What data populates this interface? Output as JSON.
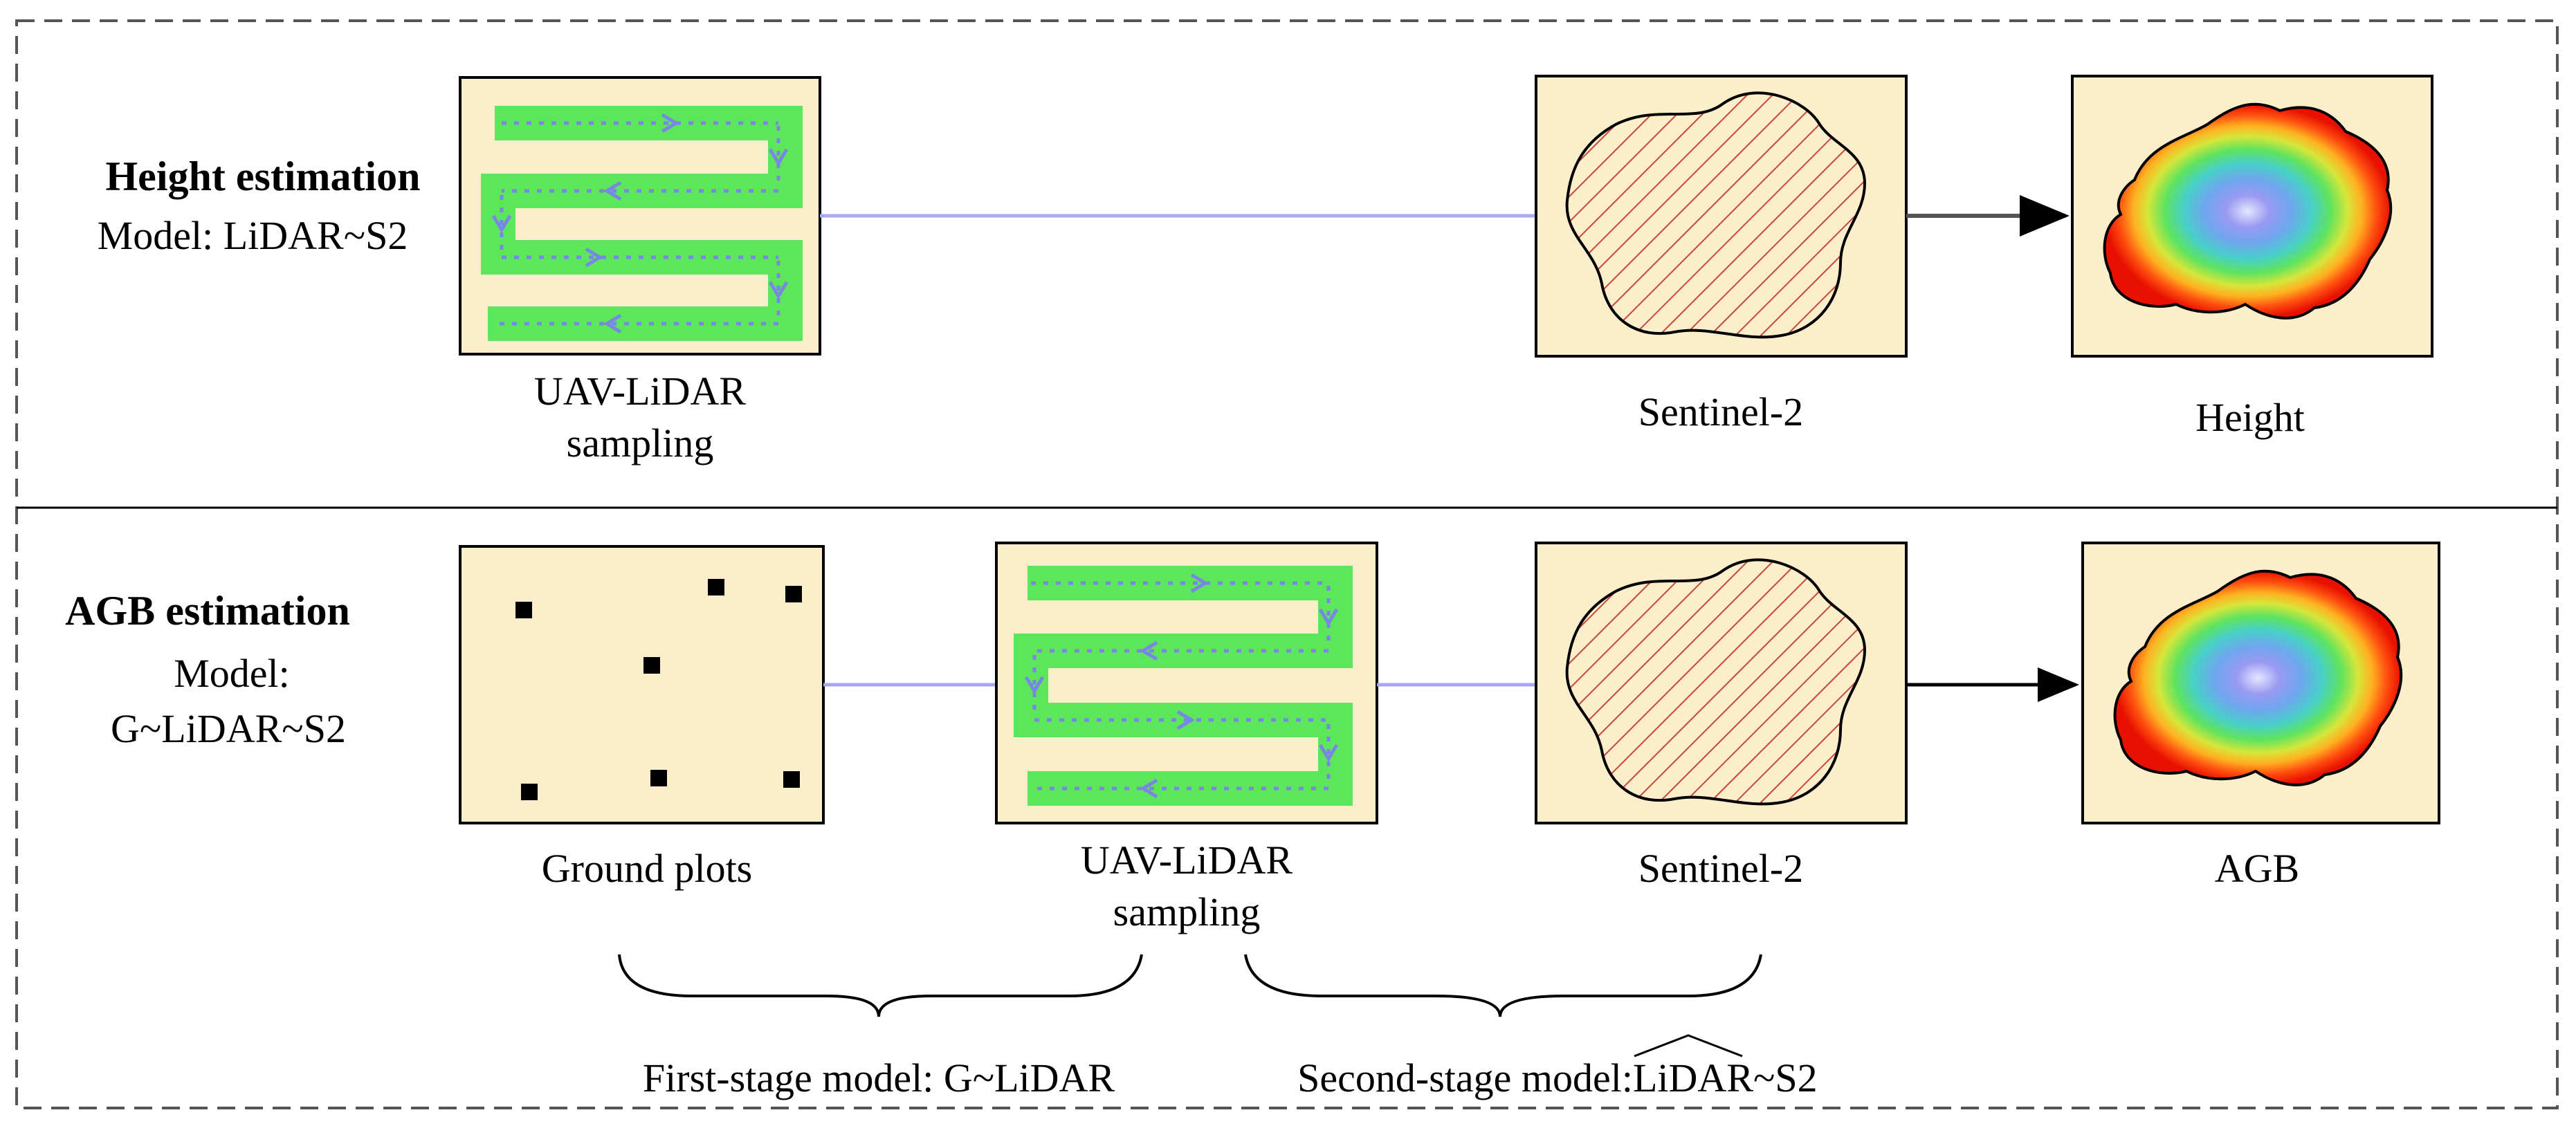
{
  "height_section": {
    "title": "Height estimation",
    "model": "Model: LiDAR~S2",
    "nodes": {
      "uav_line1": "UAV-LiDAR",
      "uav_line2": "sampling",
      "sentinel": "Sentinel-2",
      "output": "Height"
    }
  },
  "agb_section": {
    "title": "AGB estimation",
    "model_line1": "Model:",
    "model_line2": "G~LiDAR~S2",
    "nodes": {
      "ground": "Ground plots",
      "uav_line1": "UAV-LiDAR",
      "uav_line2": "sampling",
      "sentinel": "Sentinel-2",
      "output": "AGB"
    },
    "stage1_label": "First-stage model: G~LiDAR",
    "stage2_prefix": "Second-stage model: ",
    "stage2_model": "LiDAR~S2"
  },
  "colors": {
    "panel_fill": "#fceecb",
    "flight_path": "#5ce65c",
    "flight_marks": "#7a86e6",
    "connector": "#a8a8f0",
    "hatch": "#c9463c",
    "plot_marker": "#000000"
  }
}
